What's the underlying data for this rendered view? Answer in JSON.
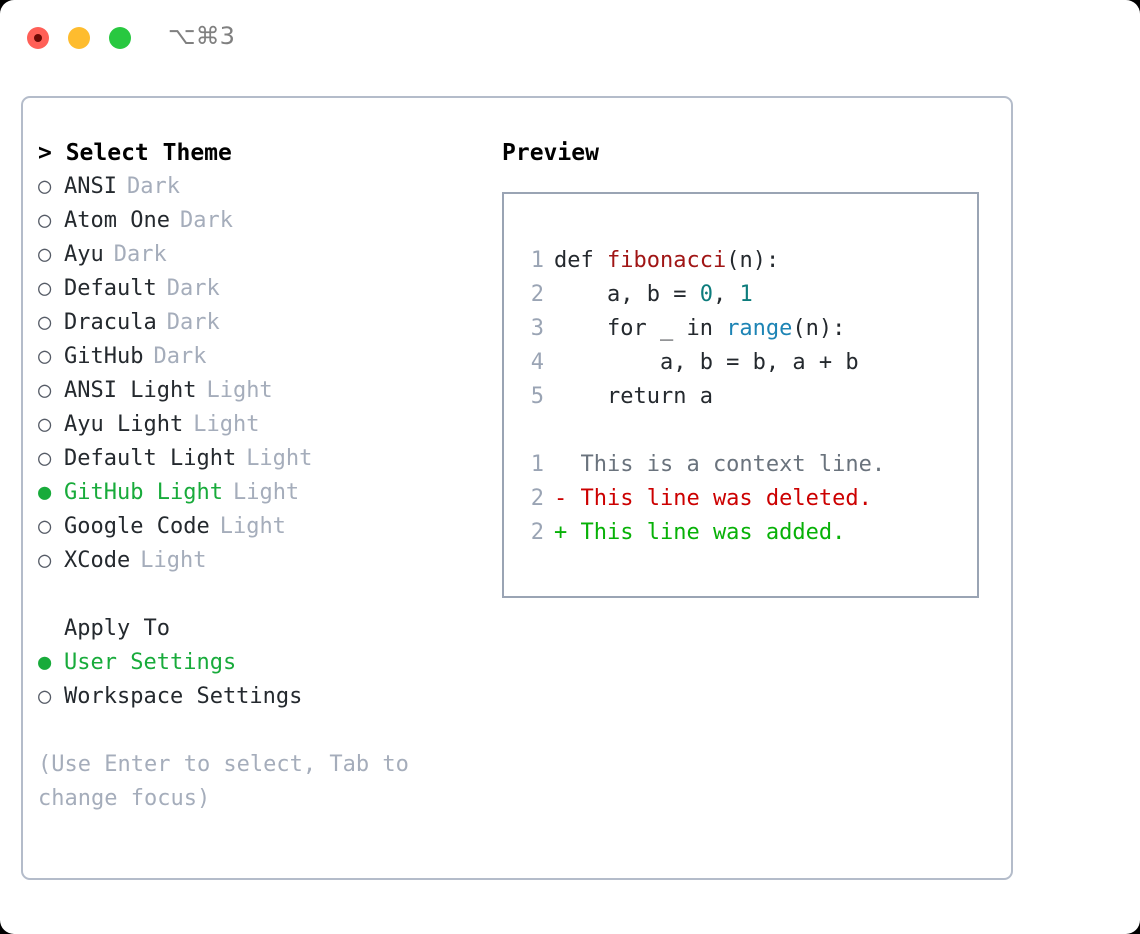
{
  "titlebar": {
    "lights": [
      {
        "name": "close",
        "color": "#ff5f57"
      },
      {
        "name": "minimize",
        "color": "#febc2e"
      },
      {
        "name": "zoom",
        "color": "#28c840"
      }
    ],
    "shortcut": "⌥⌘3"
  },
  "left": {
    "heading": "> Select Theme",
    "themes": [
      {
        "marker": "○",
        "name": "ANSI",
        "kind": "Dark",
        "selected": false
      },
      {
        "marker": "○",
        "name": "Atom One",
        "kind": "Dark",
        "selected": false
      },
      {
        "marker": "○",
        "name": "Ayu",
        "kind": "Dark",
        "selected": false
      },
      {
        "marker": "○",
        "name": "Default",
        "kind": "Dark",
        "selected": false
      },
      {
        "marker": "○",
        "name": "Dracula",
        "kind": "Dark",
        "selected": false
      },
      {
        "marker": "○",
        "name": "GitHub",
        "kind": "Dark",
        "selected": false
      },
      {
        "marker": "○",
        "name": "ANSI Light",
        "kind": "Light",
        "selected": false
      },
      {
        "marker": "○",
        "name": "Ayu Light",
        "kind": "Light",
        "selected": false
      },
      {
        "marker": "○",
        "name": "Default Light",
        "kind": "Light",
        "selected": false
      },
      {
        "marker": "●",
        "name": "GitHub Light",
        "kind": "Light",
        "selected": true
      },
      {
        "marker": "○",
        "name": "Google Code",
        "kind": "Light",
        "selected": false
      },
      {
        "marker": "○",
        "name": "XCode",
        "kind": "Light",
        "selected": false
      }
    ],
    "apply_heading": "Apply To",
    "apply_options": [
      {
        "marker": "●",
        "name": "User Settings",
        "selected": true
      },
      {
        "marker": "○",
        "name": "Workspace Settings",
        "selected": false
      }
    ],
    "hint": "(Use Enter to select, Tab to change focus)"
  },
  "right": {
    "heading": "Preview",
    "code_lines": [
      {
        "num": "1",
        "segments": [
          {
            "text": "def ",
            "token": "plain"
          },
          {
            "text": "fibonacci",
            "token": "function"
          },
          {
            "text": "(n):",
            "token": "plain"
          }
        ]
      },
      {
        "num": "2",
        "segments": [
          {
            "text": "    a, b = ",
            "token": "plain"
          },
          {
            "text": "0",
            "token": "number"
          },
          {
            "text": ", ",
            "token": "plain"
          },
          {
            "text": "1",
            "token": "number"
          }
        ]
      },
      {
        "num": "3",
        "segments": [
          {
            "text": "    for _ in ",
            "token": "plain"
          },
          {
            "text": "range",
            "token": "call"
          },
          {
            "text": "(n):",
            "token": "plain"
          }
        ]
      },
      {
        "num": "4",
        "segments": [
          {
            "text": "        a, b = b, a + b",
            "token": "plain"
          }
        ]
      },
      {
        "num": "5",
        "segments": [
          {
            "text": "    return a",
            "token": "plain"
          }
        ]
      }
    ],
    "diff_lines": [
      {
        "num": "1",
        "text": "  This is a context line.",
        "kind": "context"
      },
      {
        "num": "2",
        "text": "- This line was deleted.",
        "kind": "deleted"
      },
      {
        "num": "2",
        "text": "+ This line was added.",
        "kind": "added"
      }
    ]
  },
  "colors": {
    "selected_green": "#18ab3b",
    "muted_tag": "#a5adbb",
    "function_red": "#a01515",
    "number_teal": "#0d7c7c",
    "call_blue": "#1d84b5",
    "diff_deleted": "#cc0000",
    "diff_added": "#07b107",
    "panel_border": "#b4bcca",
    "preview_border": "#9aa4b4"
  }
}
